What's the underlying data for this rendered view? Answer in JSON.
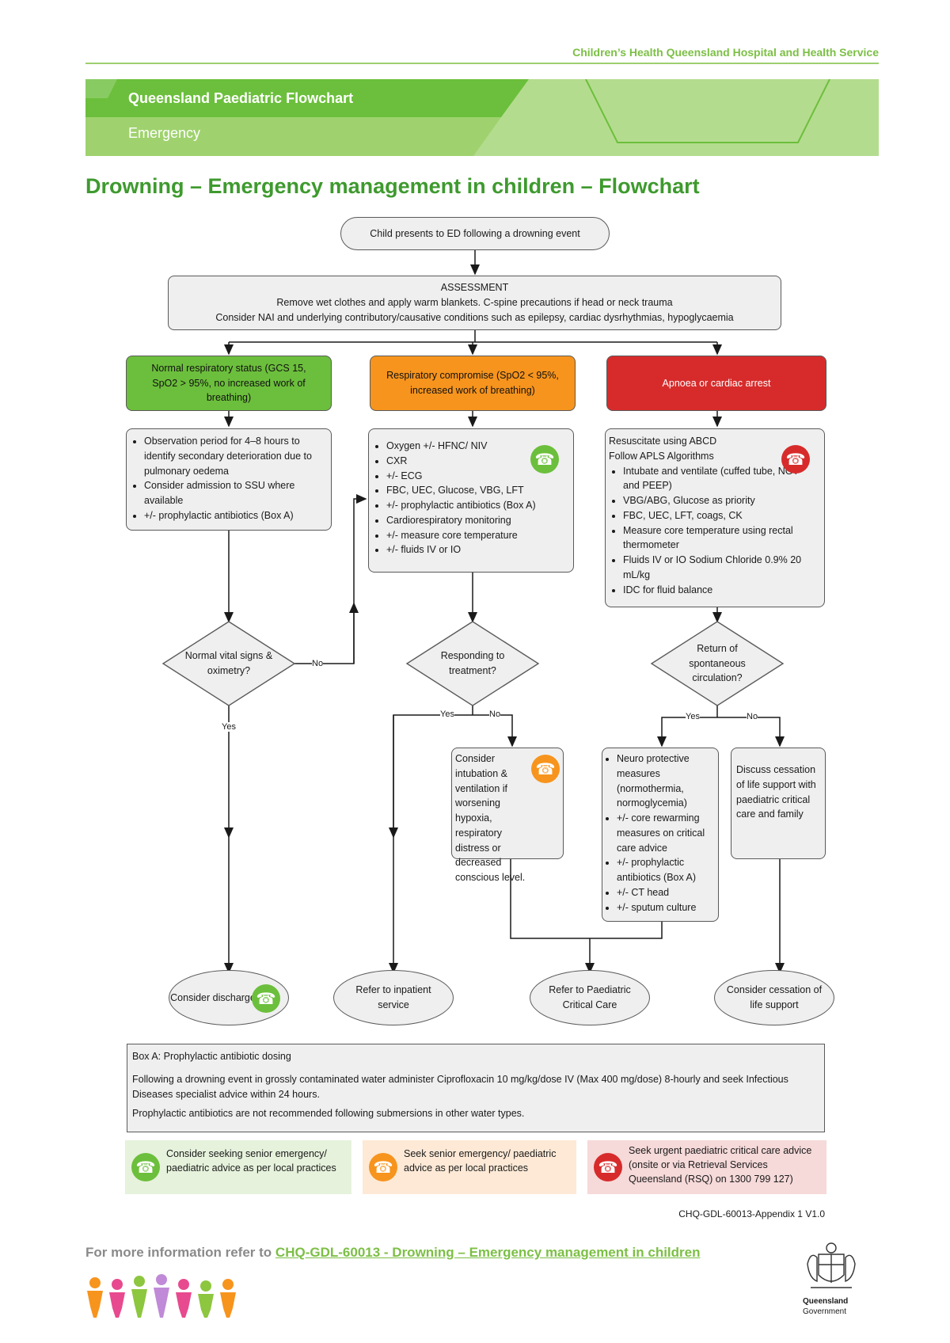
{
  "header": {
    "org": "Children’s Health Queensland Hospital and Health Service",
    "banner_title": "Queensland Paediatric Flowchart",
    "banner_subtitle": "Emergency"
  },
  "title": "Drowning – Emergency management in children – Flowchart",
  "nodes": {
    "start": "Child presents to ED following a drowning event",
    "assessment_heading": "ASSESSMENT",
    "assessment_line1": "Remove wet clothes and apply warm blankets. C-spine precautions if head or neck trauma",
    "assessment_line2": "Consider NAI and underlying contributory/causative conditions such as epilepsy, cardiac dysrhythmias, hypoglycaemia",
    "normal_status": "Normal respiratory status (GCS 15, SpO2 > 95%, no increased work of breathing)",
    "resp_compromise": "Respiratory compromise (SpO2 < 95%, increased work of breathing)",
    "apnoea": "Apnoea or cardiac arrest",
    "normal_actions": [
      "Observation period for 4–8 hours to identify secondary deterioration due to pulmonary oedema",
      "Consider admission to SSU where available",
      "+/- prophylactic antibiotics (Box A)"
    ],
    "compromise_actions": [
      "Oxygen +/- HFNC/ NIV",
      "CXR",
      "+/- ECG",
      "FBC, UEC, Glucose, VBG, LFT",
      "+/- prophylactic antibiotics (Box A)",
      "Cardiorespiratory monitoring",
      "+/- measure core temperature",
      "+/- fluids IV or IO"
    ],
    "arrest_intro1": "Resuscitate using ABCD",
    "arrest_intro2": "Follow APLS Algorithms",
    "arrest_actions": [
      "Intubate and ventilate (cuffed tube, NGT and PEEP)",
      "VBG/ABG, Glucose as priority",
      "FBC, UEC, LFT, coags, CK",
      "Measure core temperature using rectal thermometer",
      "Fluids IV or IO Sodium Chloride 0.9% 20 mL/kg",
      "IDC for fluid balance"
    ],
    "decision_normal": "Normal vital signs & oximetry?",
    "decision_respond": "Responding to treatment?",
    "decision_rosc": "Return of spontaneous circulation?",
    "consider_intubation": "Consider intubation & ventilation if worsening hypoxia, respiratory distress or decreased conscious level.",
    "neuro_actions": [
      "Neuro protective measures (normothermia, normoglycemia)",
      "+/- core rewarming measures on critical care advice",
      "+/- prophylactic antibiotics (Box A)",
      "+/- CT head",
      "+/- sputum culture"
    ],
    "discuss_cessation": "Discuss cessation of life support with paediatric critical care and family",
    "end_discharge": "Consider discharge",
    "end_inpatient": "Refer to inpatient service",
    "end_picu": "Refer to Paediatric Critical Care",
    "end_cessation": "Consider cessation of life support"
  },
  "edge_labels": {
    "yes": "Yes",
    "no": "No"
  },
  "box_a": {
    "heading": "Box A: Prophylactic antibiotic dosing",
    "para1": "Following a drowning event in grossly contaminated water administer Ciprofloxacin 10 mg/kg/dose IV (Max 400 mg/dose) 8-hourly and seek Infectious Diseases specialist advice within 24 hours.",
    "para2": "Prophylactic antibiotics are not recommended following submersions in other water types."
  },
  "legend": {
    "green": "Consider seeking senior emergency/ paediatric advice as per local practices",
    "orange": "Seek senior emergency/ paediatric advice as per local practices",
    "red": "Seek urgent paediatric critical care advice (onsite or via Retrieval Services Queensland (RSQ) on 1300 799 127)"
  },
  "footer": {
    "doc_ref": "CHQ-GDL-60013-Appendix 1 V1.0",
    "more_info_prefix": "For more information refer to ",
    "more_info_link": "CHQ-GDL-60013 - Drowning – Emergency management in children",
    "gov_name1": "Queensland",
    "gov_name2": "Government"
  },
  "icons": {
    "phone": "phone-icon",
    "green": "#6cbf3c",
    "orange": "#f7941d",
    "red": "#d72b2b"
  }
}
